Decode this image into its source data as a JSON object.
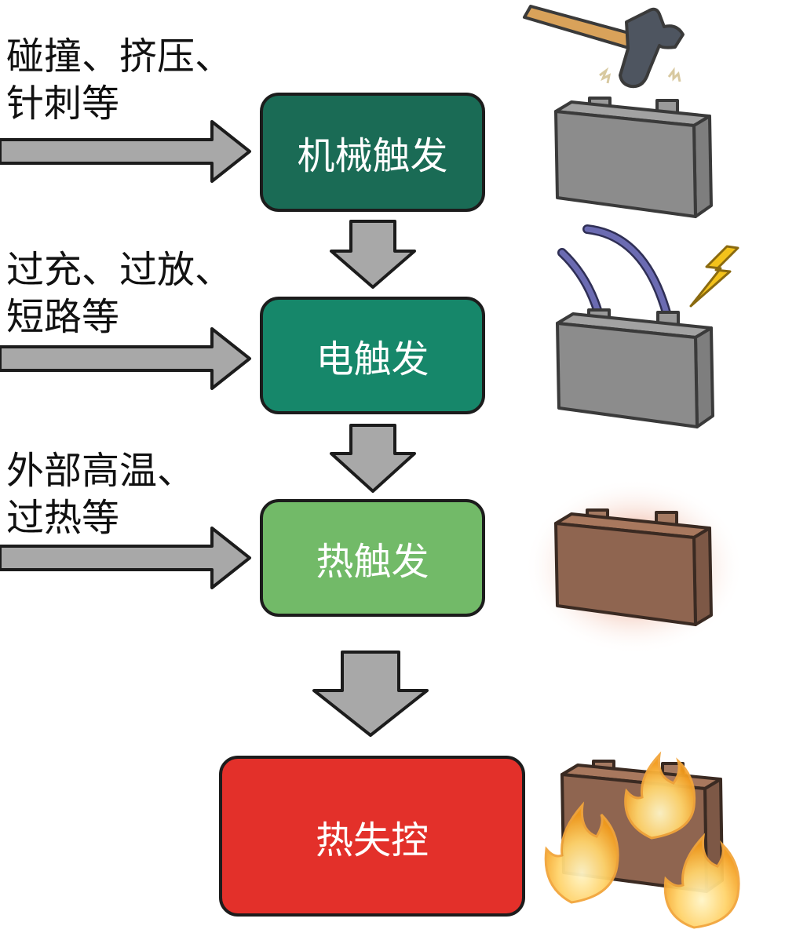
{
  "causes": {
    "mechanical": "碰撞、挤压、\n针刺等",
    "electrical": "过充、过放、\n短路等",
    "thermal": "外部高温、\n过热等"
  },
  "stages": {
    "mechanical": "机械触发",
    "electrical": "电触发",
    "thermal": "热触发",
    "runaway": "热失控"
  },
  "colors": {
    "mechanical": "#1a6b55",
    "electrical": "#16876a",
    "thermal": "#72ba68",
    "runaway": "#e3302a",
    "arrow": "#a8a8a8",
    "battery_normal": "#8a8a8a",
    "battery_hot": "#8f6550"
  },
  "icons": {
    "mechanical": "hammer-hitting-battery-icon",
    "electrical": "battery-wires-lightning-icon",
    "thermal": "hot-glowing-battery-icon",
    "runaway": "battery-on-fire-icon"
  }
}
